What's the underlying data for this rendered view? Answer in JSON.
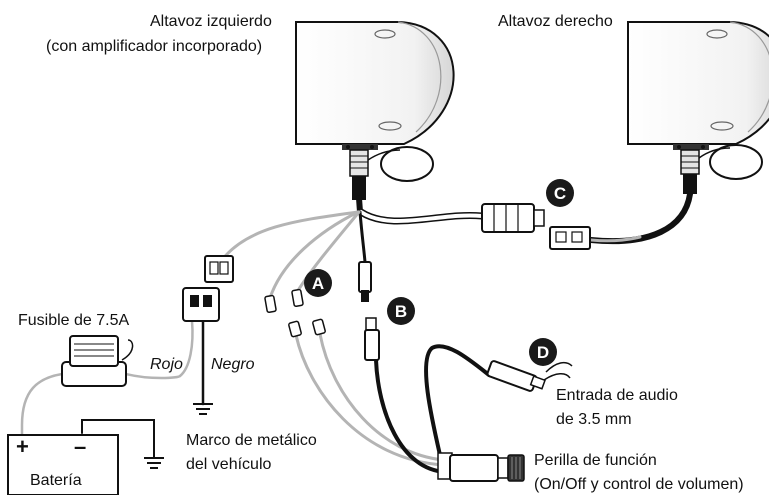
{
  "labels": {
    "left_speaker_line1": "Altavoz izquierdo",
    "left_speaker_line2": "(con amplificador incorporado)",
    "right_speaker": "Altavoz derecho",
    "fuse": "Fusible de 7.5A",
    "red_wire": "Rojo",
    "black_wire": "Negro",
    "chassis_line1": "Marco de metálico",
    "chassis_line2": "del vehículo",
    "battery": "Batería",
    "battery_plus": "+",
    "battery_minus": "–",
    "audio_in_line1": "Entrada de audio",
    "audio_in_line2": "de 3.5 mm",
    "knob_line1": "Perilla de función",
    "knob_line2": "(On/Off y control de volumen)"
  },
  "callouts": {
    "a": "A",
    "b": "B",
    "c": "C",
    "d": "D"
  },
  "colors": {
    "line": "#111111",
    "cable_grey": "#b4b4b4",
    "speaker_fill": "#ffffff",
    "badge": "#1a1a1a"
  }
}
